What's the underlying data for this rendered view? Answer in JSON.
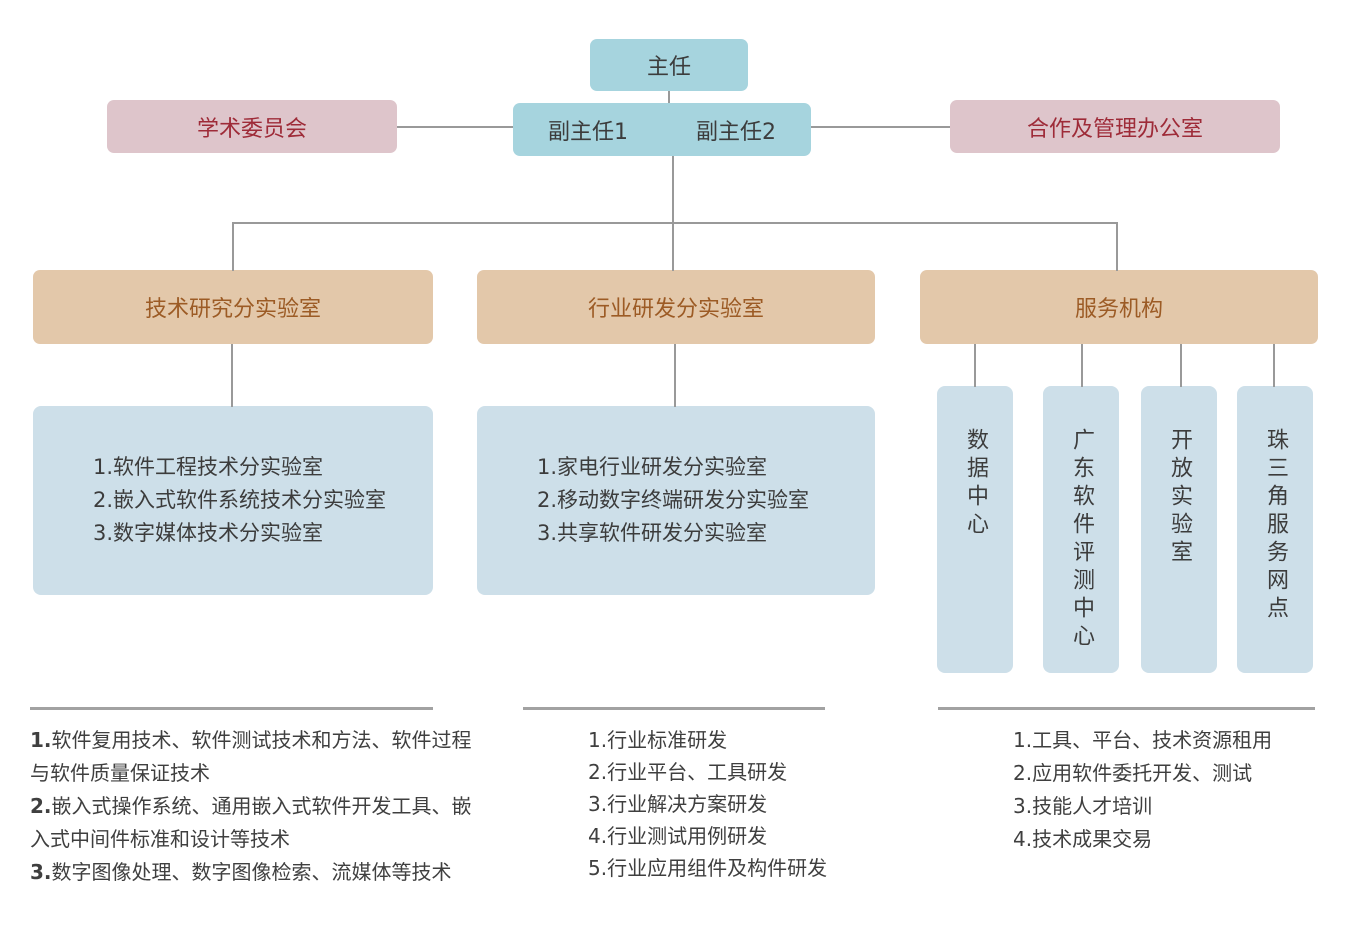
{
  "palette": {
    "header_blue": "#a6d4de",
    "pink": "#dec5cb",
    "pink_text": "#9e2b38",
    "tan": "#e3c8aa",
    "tan_text": "#9c5b25",
    "light_blue": "#cddfe9",
    "body_text": "#3c3c3c",
    "line_gray": "#999999"
  },
  "org": {
    "director": "主任",
    "deputy1": "副主任1",
    "deputy2": "副主任2",
    "academic_committee": "学术委员会",
    "cooperation_office": "合作及管理办公室"
  },
  "branches": {
    "tech": {
      "title": "技术研究分实验室",
      "sublabs": [
        "1.软件工程技术分实验室",
        "2.嵌入式软件系统技术分实验室",
        "3.数字媒体技术分实验室"
      ],
      "details": [
        {
          "num": "1.",
          "text": "软件复用技术、软件测试技术和方法、软件过程与软件质量保证技术"
        },
        {
          "num": "2.",
          "text": "嵌入式操作系统、通用嵌入式软件开发工具、嵌入式中间件标准和设计等技术"
        },
        {
          "num": "3.",
          "text": "数字图像处理、数字图像检索、流媒体等技术"
        }
      ]
    },
    "industry": {
      "title": "行业研发分实验室",
      "sublabs": [
        "1.家电行业研发分实验室",
        "2.移动数字终端研发分实验室",
        "3.共享软件研发分实验室"
      ],
      "details": [
        "1.行业标准研发",
        "2.行业平台、工具研发",
        "3.行业解决方案研发",
        "4.行业测试用例研发",
        "5.行业应用组件及构件研发"
      ]
    },
    "service": {
      "title": "服务机构",
      "units": [
        "数据中心",
        "广东软件评测中心",
        "开放实验室",
        "珠三角服务网点"
      ],
      "details": [
        "1.工具、平台、技术资源租用",
        "2.应用软件委托开发、测试",
        "3.技能人才培训",
        "4.技术成果交易"
      ]
    }
  }
}
